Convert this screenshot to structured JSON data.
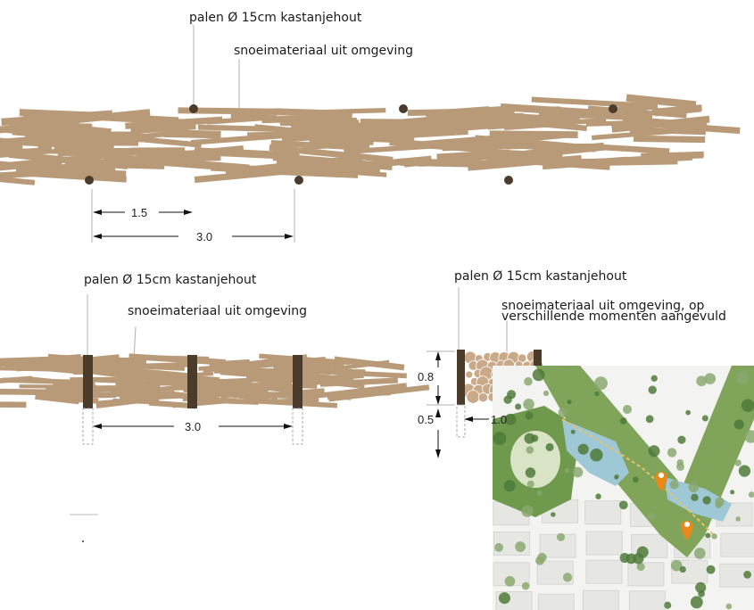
{
  "plan_view": {
    "label_posts": "palen Ø 15cm kastanjehout",
    "label_material": "snoeimateriaal uit omgeving",
    "dim_small": "1.5",
    "dim_large": "3.0"
  },
  "elevation_view": {
    "label_posts": "palen Ø 15cm kastanjehout",
    "label_material": "snoeimateriaal uit omgeving",
    "dim_span": "3.0"
  },
  "section_view": {
    "label_posts": "palen Ø 15cm kastanjehout",
    "label_material_line1": "snoeimateriaal uit omgeving, op",
    "label_material_line2": "verschillende momenten aangevuld",
    "dim_height_upper": "0.8",
    "dim_height_lower": "0.5",
    "dim_width": "1.0"
  },
  "colors": {
    "branch": "#b89a78",
    "post": "#4a3b2b",
    "leader": "#b0b0b0",
    "water": "#9fc8d6",
    "green": "#5f8a45",
    "marker": "#e88a1a"
  },
  "icons": {
    "location_marker": "map-pin-icon"
  }
}
